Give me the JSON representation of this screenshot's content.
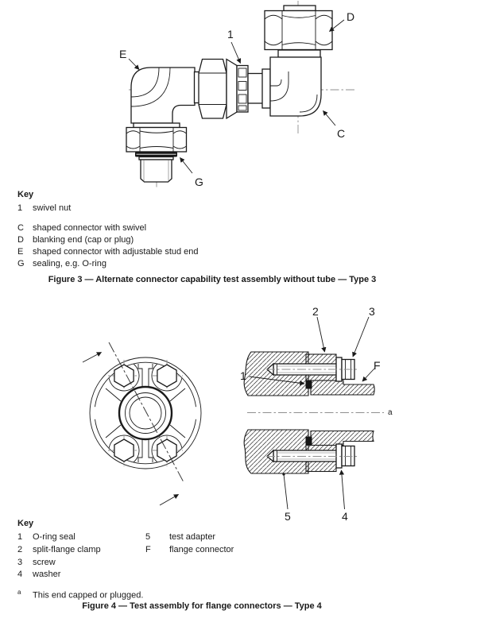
{
  "figure3": {
    "caption": "Figure 3 — Alternate connector capability test assembly without tube — Type 3",
    "part_labels": {
      "n1": "1",
      "C": "C",
      "D": "D",
      "E": "E",
      "G": "G"
    },
    "key": {
      "heading": "Key",
      "entries": [
        {
          "label": "1",
          "text": "swivel nut"
        },
        {
          "label": "C",
          "text": "shaped connector with swivel"
        },
        {
          "label": "D",
          "text": "blanking end (cap or plug)"
        },
        {
          "label": "E",
          "text": "shaped connector with adjustable stud end"
        },
        {
          "label": "G",
          "text": "sealing, e.g. O-ring"
        }
      ]
    }
  },
  "figure4": {
    "caption": "Figure 4 — Test assembly for flange connectors — Type 4",
    "part_labels": {
      "n1": "1",
      "n2": "2",
      "n3": "3",
      "n4": "4",
      "n5": "5",
      "F": "F",
      "a": "a"
    },
    "key": {
      "heading": "Key",
      "col1": [
        {
          "label": "1",
          "text": "O-ring seal"
        },
        {
          "label": "2",
          "text": "split-flange clamp"
        },
        {
          "label": "3",
          "text": "screw"
        },
        {
          "label": "4",
          "text": "washer"
        }
      ],
      "col2": [
        {
          "label": "5",
          "text": "test adapter"
        },
        {
          "label": "F",
          "text": "flange connector"
        }
      ],
      "footnote": {
        "marker": "a",
        "text": "This end capped or plugged."
      }
    }
  }
}
